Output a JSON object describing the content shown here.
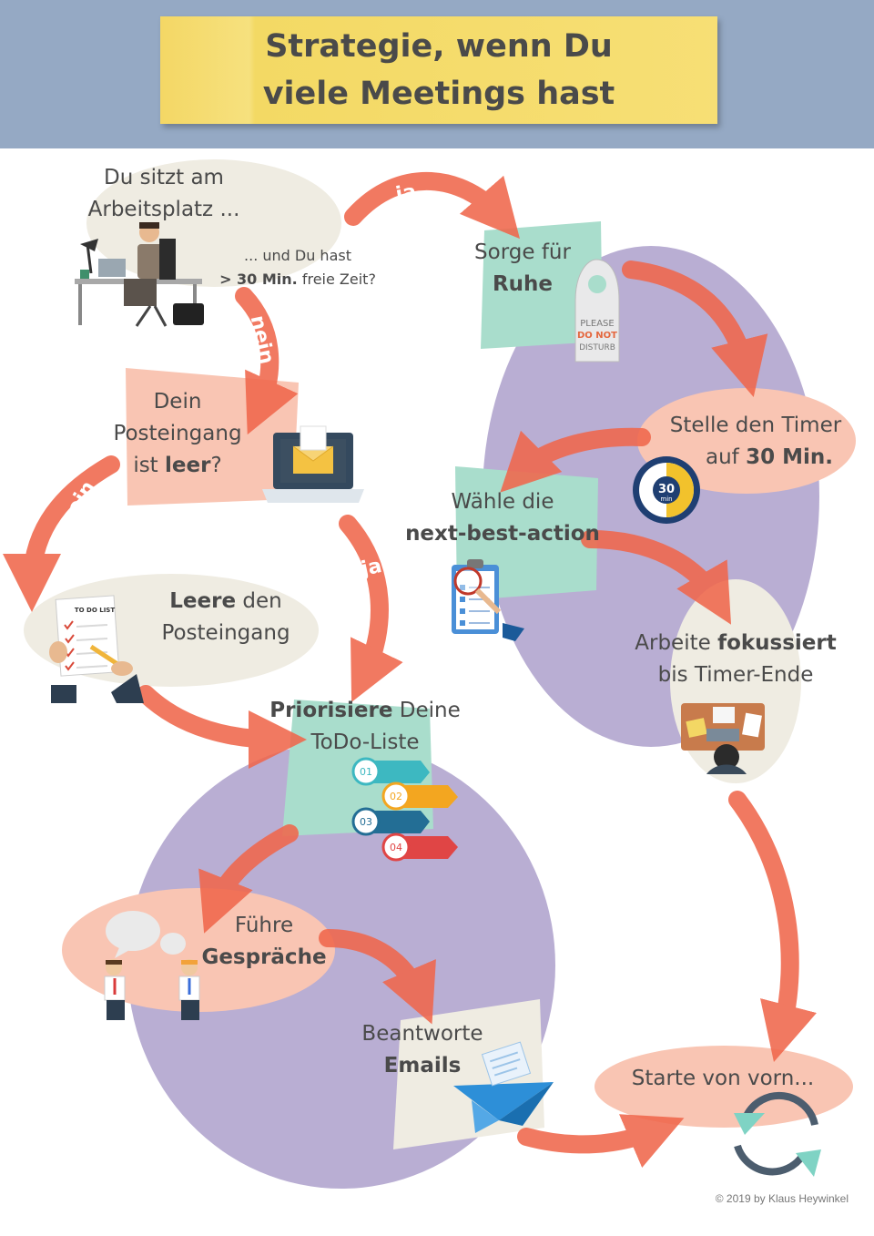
{
  "title": {
    "line1": "Strategie, wenn Du",
    "line2": "viele Meetings hast"
  },
  "steps": {
    "start": {
      "line1": "Du sitzt am",
      "line2": "Arbeitsplatz ...",
      "sub1": "... und Du hast",
      "sub2_bold": "> 30 Min.",
      "sub2_rest": " freie Zeit?"
    },
    "ruhe": {
      "line1": "Sorge für",
      "line2": "Ruhe"
    },
    "timer": {
      "line1": "Stelle den Timer",
      "line2_pre": "auf ",
      "line2_bold": "30 Min."
    },
    "posteingang": {
      "line1": "Dein",
      "line2": "Posteingang",
      "line3_pre": "ist ",
      "line3_bold": "leer",
      "line3_post": "?"
    },
    "next_best": {
      "line1": "Wähle die",
      "line2": "next-best-action"
    },
    "leere": {
      "line1_bold": "Leere",
      "line1_rest": " den",
      "line2": "Posteingang"
    },
    "fokus": {
      "line1_pre": "Arbeite ",
      "line1_bold": "fokussiert",
      "line2": "bis Timer-Ende"
    },
    "priorisiere": {
      "line1_bold": "Priorisiere",
      "line1_rest": " Deine",
      "line2": "ToDo-Liste"
    },
    "gespraeche": {
      "line1": "Führe",
      "line2": "Gespräche"
    },
    "emails": {
      "line1": "Beantworte",
      "line2": "Emails"
    },
    "vorn": {
      "line1": "Starte von vorn..."
    }
  },
  "arrow_labels": {
    "ja_1": "ja",
    "nein_1": "nein",
    "nein_2": "nein",
    "ja_2": "ja"
  },
  "icons": {
    "door_hanger": {
      "line1": "PLEASE",
      "line2": "DO NOT",
      "line3": "DISTURB"
    },
    "timer_badge": {
      "value": "30",
      "unit": "min"
    },
    "todo_list": {
      "heading": "TO DO LIST"
    },
    "priority_steps": [
      "01",
      "02",
      "03",
      "04"
    ]
  },
  "footer": "© 2019 by Klaus Heywinkel",
  "colors": {
    "header": "#95a9c4",
    "title_card": "#f4d765",
    "purple": "#b9aed3",
    "beige": "#efece2",
    "salmon": "#f9c5b3",
    "mint": "#a9ddcc",
    "arrow": "#f0674c"
  }
}
